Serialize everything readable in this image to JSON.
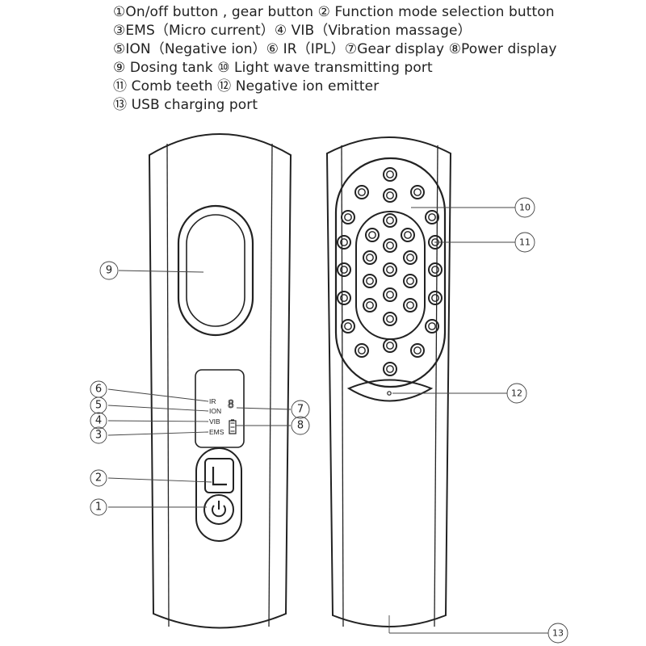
{
  "legend": {
    "lines": [
      "①On/off button , gear button ② Function mode selection button",
      "③EMS（Micro current）④ VIB（Vibration massage）",
      "⑤ION（Negative ion）⑥ IR（IPL）⑦Gear display ⑧Power display",
      "⑨ Dosing tank ⑩ Light wave transmitting port",
      "⑪ Comb teeth ⑫ Negative ion emitter",
      "⑬ USB charging port"
    ]
  },
  "callouts": {
    "c1": "1",
    "c2": "2",
    "c3": "3",
    "c4": "4",
    "c5": "5",
    "c6": "6",
    "c7": "7",
    "c8": "8",
    "c9": "9",
    "c10": "10",
    "c11": "11",
    "c12": "12",
    "c13": "13"
  },
  "display": {
    "ir": "IR",
    "ion": "ION",
    "vib": "VIB",
    "ems": "EMS",
    "gear_digit": "8"
  },
  "colors": {
    "line": "#222222",
    "background": "#ffffff"
  },
  "icons": {
    "power": "power-icon",
    "mode": "mode-l-icon",
    "battery": "battery-icon"
  }
}
